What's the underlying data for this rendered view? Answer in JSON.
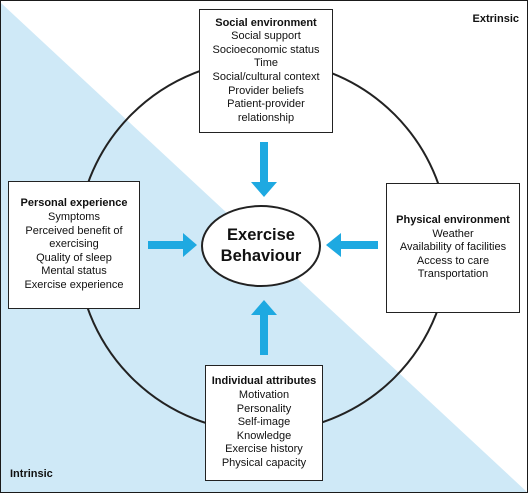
{
  "labels": {
    "extrinsic": "Extrinsic",
    "intrinsic": "Intrinsic"
  },
  "center": {
    "line1": "Exercise",
    "line2": "Behaviour"
  },
  "social": {
    "title": "Social environment",
    "items": [
      "Social support",
      "Socioeconomic status",
      "Time",
      "Social/cultural context",
      "Provider beliefs",
      "Patient-provider",
      "relationship"
    ]
  },
  "personal": {
    "title": "Personal experience",
    "items": [
      "Symptoms",
      "Perceived benefit of",
      "exercising",
      "Quality of sleep",
      "Mental status",
      "Exercise experience"
    ]
  },
  "physical": {
    "title": "Physical environment",
    "items": [
      "Weather",
      "Availability of facilities",
      "Access to care",
      "Transportation"
    ]
  },
  "individual": {
    "title": "Individual attributes",
    "items": [
      "Motivation",
      "Personality",
      "Self-image",
      "Knowledge",
      "Exercise history",
      "Physical capacity"
    ]
  },
  "colors": {
    "intrinsic_fill": "#cfe9f7",
    "arrow": "#1ea9e1",
    "line": "#222222"
  }
}
